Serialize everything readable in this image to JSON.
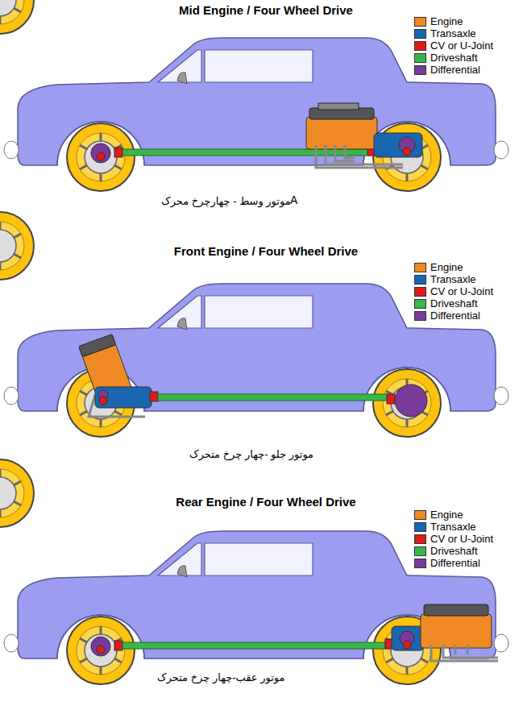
{
  "diagram": {
    "labels": [
      "Mid Engine / Four Wheel Drive",
      "A",
      "موتور وسط - چهارچرخ محرک",
      "Front Engine / Four Wheel Drive",
      "موتور جلو -چهار چرخ متحرک",
      "Rear Engine / Four Wheel Drive",
      "موتور عقب-چهار چرخ متحرک"
    ],
    "legend": [
      {
        "text": "Engine",
        "color": "#f08a24"
      },
      {
        "text": "Transaxle",
        "color": "#1a66b0"
      },
      {
        "text": "CV or U-Joint",
        "color": "#e01a1a"
      },
      {
        "text": "Driveshaft",
        "color": "#3bb54a"
      },
      {
        "text": "Differential",
        "color": "#7a3a9a"
      },
      {
        "text": "Engine",
        "color": "#f08a24"
      },
      {
        "text": "Transaxle",
        "color": "#1a66b0"
      },
      {
        "text": "CV or U-Joint",
        "color": "#e01a1a"
      },
      {
        "text": "Driveshaft",
        "color": "#3bb54a"
      },
      {
        "text": "Differential",
        "color": "#7a3a9a"
      },
      {
        "text": "Engine",
        "color": "#f08a24"
      },
      {
        "text": "Transaxle",
        "color": "#1a66b0"
      },
      {
        "text": "CV or U-Joint",
        "color": "#e01a1a"
      },
      {
        "text": "Driveshaft",
        "color": "#3bb54a"
      },
      {
        "text": "Differential",
        "color": "#7a3a9a"
      }
    ]
  }
}
